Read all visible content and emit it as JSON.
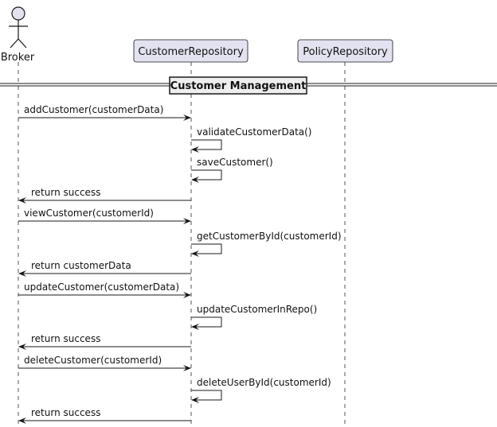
{
  "actor": {
    "name": "Broker"
  },
  "participants": [
    {
      "id": "customer_repo",
      "label": "CustomerRepository"
    },
    {
      "id": "policy_repo",
      "label": "PolicyRepository"
    }
  ],
  "group": {
    "label": "Customer Management"
  },
  "messages": [
    {
      "kind": "call",
      "label": "addCustomer(customerData)"
    },
    {
      "kind": "self",
      "label": "validateCustomerData()"
    },
    {
      "kind": "self",
      "label": "saveCustomer()"
    },
    {
      "kind": "return",
      "label": "return success"
    },
    {
      "kind": "call",
      "label": "viewCustomer(customerId)"
    },
    {
      "kind": "self",
      "label": "getCustomerById(customerId)"
    },
    {
      "kind": "return",
      "label": "return customerData"
    },
    {
      "kind": "call",
      "label": "updateCustomer(customerData)"
    },
    {
      "kind": "self",
      "label": "updateCustomerInRepo()"
    },
    {
      "kind": "return",
      "label": "return success"
    },
    {
      "kind": "call",
      "label": "deleteCustomer(customerId)"
    },
    {
      "kind": "self",
      "label": "deleteUserById(customerId)"
    },
    {
      "kind": "return",
      "label": "return success"
    }
  ],
  "colors": {
    "participant_fill": "#E2E2F0",
    "participant_border": "#181818",
    "actor_head_fill": "#E2E2F0",
    "lifeline": "#555555",
    "arrow": "#181818",
    "group_fill": "#EEEEEE"
  }
}
